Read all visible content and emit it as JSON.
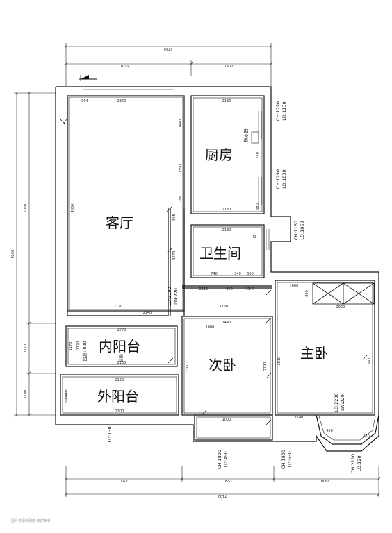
{
  "rooms": {
    "living": "客厅",
    "kitchen": "厨房",
    "bathroom": "卫生间",
    "inner_balcony": "内阳台",
    "outer_balcony": "外阳台",
    "second_bedroom": "次卧",
    "master_bedroom": "主卧"
  },
  "dims_top": {
    "overall": "5760",
    "left": "3370",
    "right": "2130"
  },
  "dims_bottom": {
    "overall": "7100",
    "left": "2300",
    "mid": "2550",
    "right": "2900"
  },
  "dims_left": {
    "overall": "9260",
    "upper": "6050",
    "mid": "1170",
    "lower": "1140"
  },
  "notes": {
    "kitchen_win_1": "CH:1290",
    "kitchen_win_1b": "LD:1130",
    "kitchen_win_2": "CH:1290",
    "kitchen_win_2b": "LD:1030",
    "bath_win": "CH:1160",
    "bath_win_b": "LD:1060",
    "living_door": "LD:2190",
    "living_door_b": "LW:220",
    "master_door": "LD:2230",
    "master_door_b": "LW:220",
    "outer_ld": "LD:130",
    "second_win": "CH:1800",
    "second_win_b": "LD:450",
    "master_win": "CH:1800",
    "master_win_b": "LD:630",
    "bay_win": "CH:2110",
    "bay_win_b": "LD:120",
    "water_heater": "热水器",
    "sill_label": "台高: 800",
    "stair_mark": "台阶",
    "watermark": "图片来源于网络 仅供参考"
  },
  "inner_dims": {
    "living_top_a": "904",
    "living_top_b": "2360",
    "living_side": "4800",
    "living_bottom": "2770",
    "kitchen_top": "2130",
    "kitchen_side_a": "1440",
    "kitchen_side_b": "1390",
    "kitchen_side_c": "259",
    "kitchen_side_d": "740",
    "kitchen_side_e": "580",
    "kitchen_bottom": "2130",
    "bath_top": "2130",
    "bath_side": "1770",
    "bath_side_b": "505",
    "inner_bal_w": "2770",
    "inner_bal_w2": "2150",
    "inner_bal_h": "1170",
    "outer_bal_w": "2150",
    "outer_bal_w2": "2300",
    "outer_bal_h": "1140",
    "second_w": "1440",
    "second_h": "2790",
    "second_h2": "2200",
    "second_bottom": "1000",
    "master_top": "2900",
    "master_h": "2810",
    "master_h2": "3400",
    "master_top_small": "1600",
    "master_top_small2": "800",
    "bay_a": "956",
    "bay_b": "420",
    "bay_c": "1140",
    "corridor_a": "2110",
    "corridor_b": "600",
    "corridor_c": "1140",
    "corridor_d": "1160",
    "kitchen_small_a": "740",
    "kitchen_small_b": "340",
    "misc_a": "500",
    "misc_b": "1080",
    "misc_c": "2140",
    "misc_d": "1770"
  }
}
